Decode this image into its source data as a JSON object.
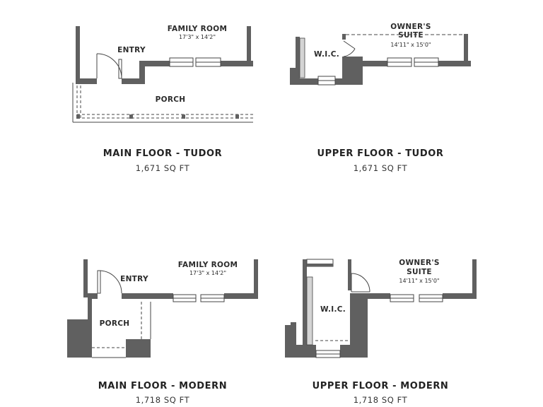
{
  "plans": [
    {
      "title": "MAIN FLOOR - TUDOR",
      "sqft": "1,671 SQ FT",
      "rooms": {
        "family": {
          "name": "FAMILY ROOM",
          "dims": "17'3\" x 14'2\""
        },
        "entry": {
          "name": "ENTRY"
        },
        "porch": {
          "name": "PORCH"
        }
      }
    },
    {
      "title": "UPPER FLOOR - TUDOR",
      "sqft": "1,671 SQ FT",
      "rooms": {
        "owners_line1": "OWNER'S",
        "owners_line2": "SUITE",
        "owners_dims": "14'11\" x 15'0\"",
        "wic": "W.I.C."
      }
    },
    {
      "title": "MAIN FLOOR - MODERN",
      "sqft": "1,718 SQ FT",
      "rooms": {
        "family": {
          "name": "FAMILY ROOM",
          "dims": "17'3\" x 14'2\""
        },
        "entry": {
          "name": "ENTRY"
        },
        "porch": {
          "name": "PORCH"
        }
      }
    },
    {
      "title": "UPPER FLOOR - MODERN",
      "sqft": "1,718 SQ FT",
      "rooms": {
        "owners_line1": "OWNER'S",
        "owners_line2": "SUITE",
        "owners_dims": "14'11\" x 15'0\"",
        "wic": "W.I.C."
      }
    }
  ],
  "colors": {
    "wall": "#606060",
    "line": "#444444",
    "closet": "#d4d4d4"
  }
}
